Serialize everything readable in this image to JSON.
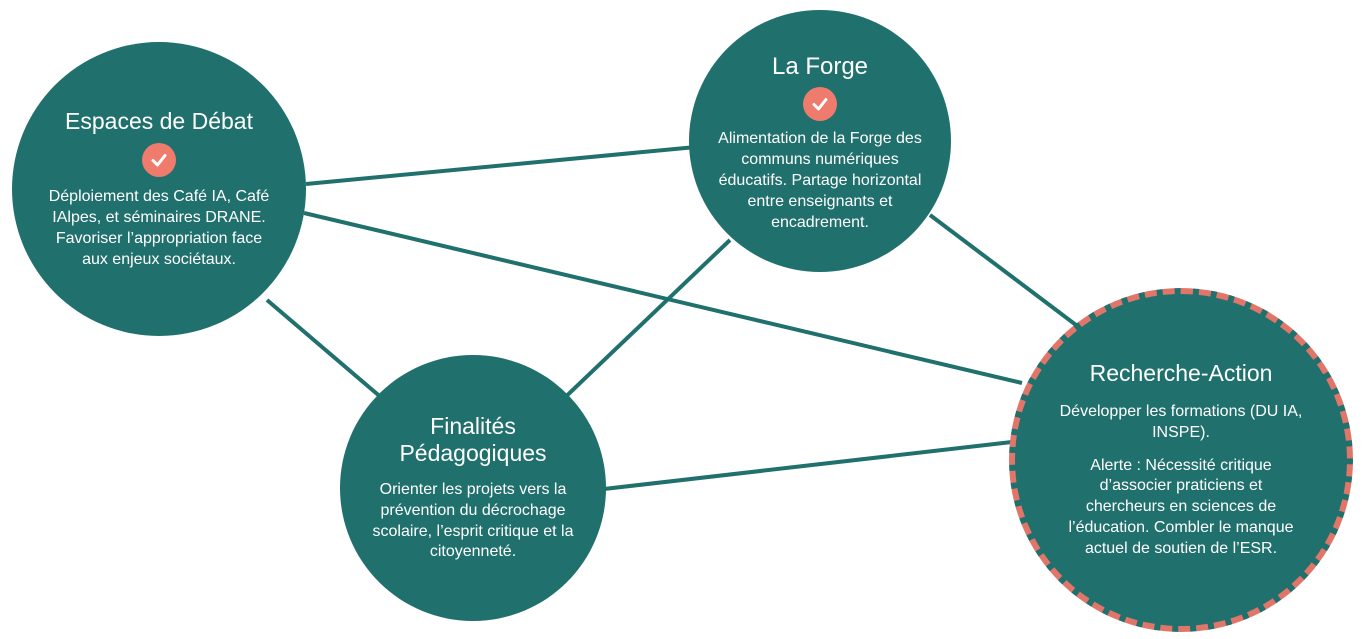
{
  "colors": {
    "node_bg": "#20706d",
    "link": "#20706d",
    "check_badge": "#ef7b6d",
    "alert_dash": "#e0766a"
  },
  "nodes": {
    "debat": {
      "title": "Espaces de Débat",
      "icon": "check-icon",
      "body": "Déploiement des Café IA, Café IAlpes, et séminaires DRANE. Favoriser l’appropriation face aux enjeux sociétaux."
    },
    "forge": {
      "title": "La Forge",
      "icon": "check-icon",
      "body": "Alimentation de la Forge des communs numériques éducatifs. Partage horizontal entre enseignants et encadrement."
    },
    "finalites": {
      "title": "Finalités Pédagogiques",
      "body": "Orienter les projets vers la prévention du décrochage scolaire, l’esprit critique et la citoyenneté."
    },
    "recherche": {
      "title": "Recherche-Action",
      "body": "Développer les formations (DU IA, INSPE).",
      "alert": "Alerte : Nécessité critique d’associer praticiens et chercheurs en sciences de l’éducation. Combler le manque actuel de soutien de l’ESR."
    }
  }
}
